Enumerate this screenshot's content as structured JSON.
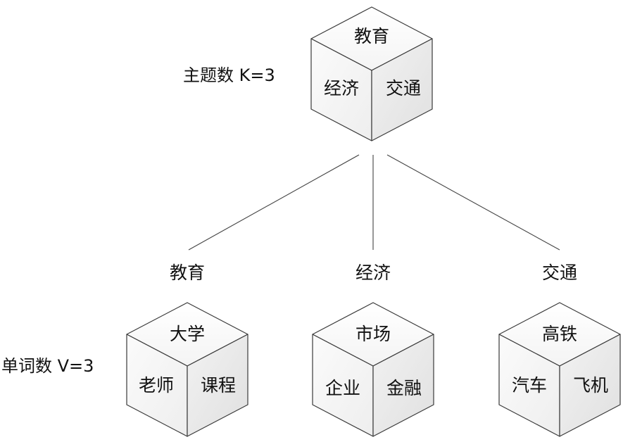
{
  "topic_count_label": "主题数 K=3",
  "word_count_label": "单词数 V=3",
  "topic_cube": {
    "top": "教育",
    "left": "经济",
    "right": "交通"
  },
  "topics": [
    {
      "name": "教育",
      "cube": {
        "top": "大学",
        "left": "老师",
        "right": "课程"
      }
    },
    {
      "name": "经济",
      "cube": {
        "top": "市场",
        "left": "企业",
        "right": "金融"
      }
    },
    {
      "name": "交通",
      "cube": {
        "top": "高铁",
        "left": "汽车",
        "right": "飞机"
      }
    }
  ]
}
